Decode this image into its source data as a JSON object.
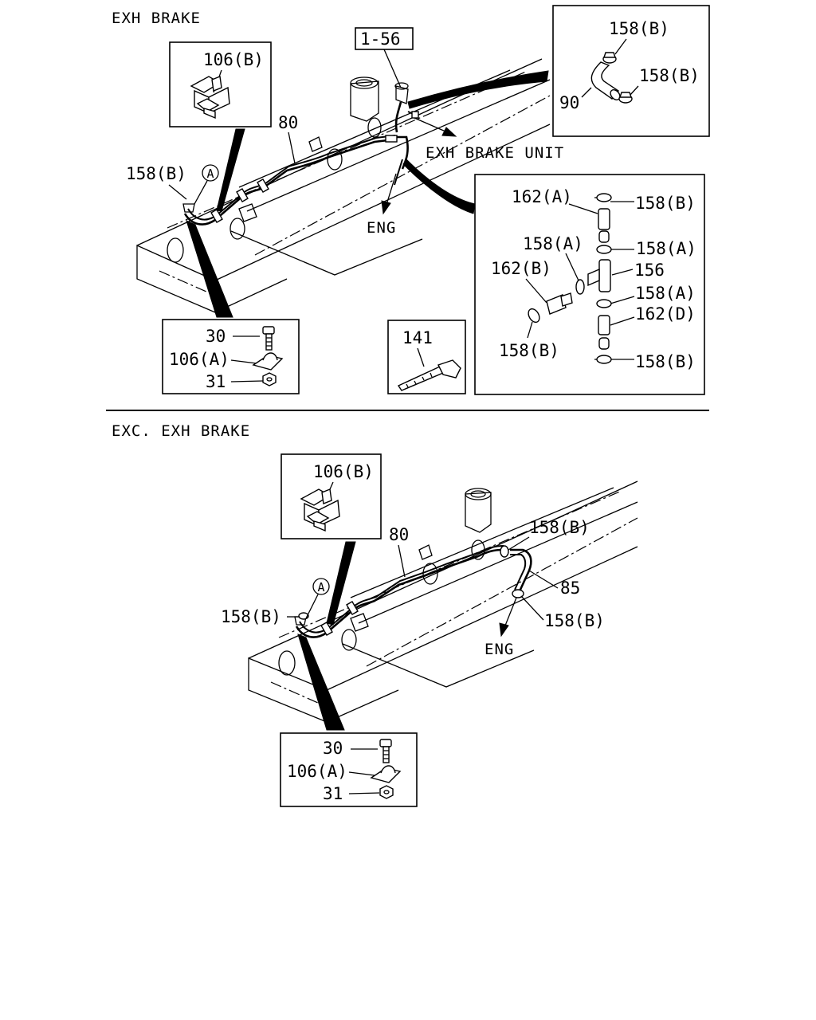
{
  "sections": {
    "top_title": "EXH BRAKE",
    "bottom_title": "EXC. EXH BRAKE"
  },
  "top": {
    "ref_box": "1-56",
    "exh_brake_unit": "EXH BRAKE UNIT",
    "eng": "ENG",
    "pipe": "80",
    "clamp_b": "158(B)",
    "circle_a": "A",
    "inset_106b": "106(B)",
    "inset_hose": {
      "upper_clamp": "158(B)",
      "hose": "90",
      "lower_clamp": "158(B)"
    },
    "inset_fastener": {
      "bolt": "30",
      "clamp": "106(A)",
      "nut": "31"
    },
    "inset_tie": "141",
    "inset_tee": {
      "hose_a": "162(A)",
      "clamp_b_top": "158(B)",
      "clamp_a_left": "158(A)",
      "clamp_a_right": "158(A)",
      "hose_b": "162(B)",
      "tee": "156",
      "clamp_a_mid": "158(A)",
      "hose_d": "162(D)",
      "clamp_b_left": "158(B)",
      "clamp_b_bottom": "158(B)"
    }
  },
  "bottom": {
    "inset_106b": "106(B)",
    "pipe": "80",
    "clamp_b_top": "158(B)",
    "hose": "85",
    "clamp_b_lower": "158(B)",
    "clamp_b_left": "158(B)",
    "circle_a": "A",
    "eng": "ENG",
    "inset_fastener": {
      "bolt": "30",
      "clamp": "106(A)",
      "nut": "31"
    }
  }
}
